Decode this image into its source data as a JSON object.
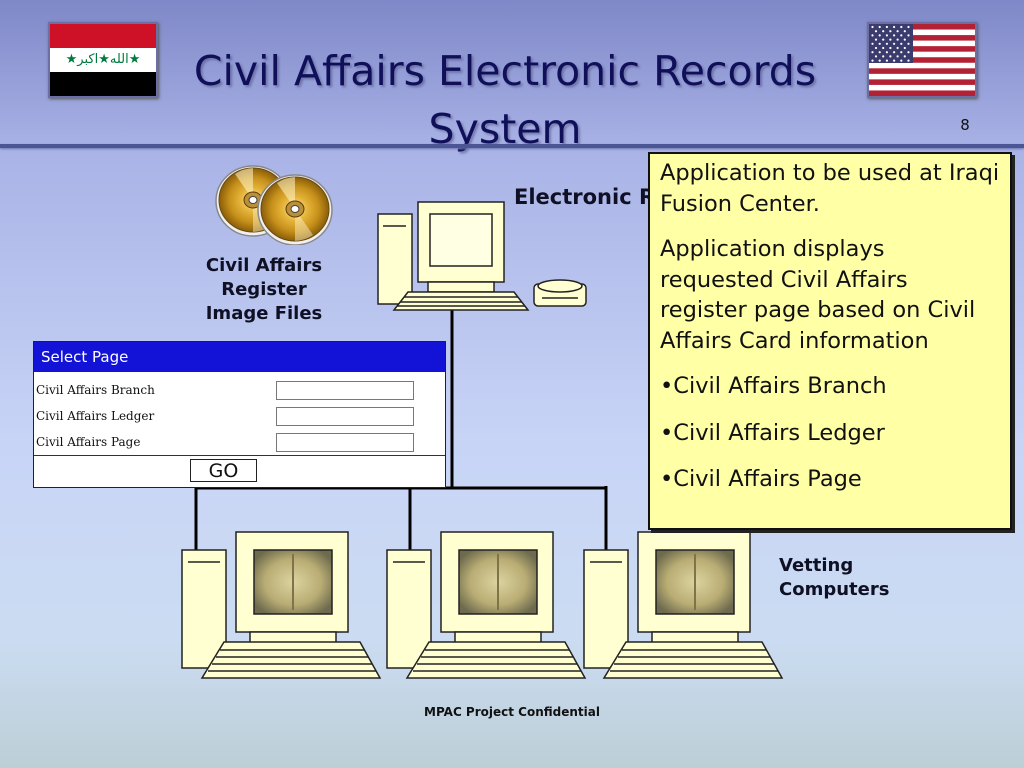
{
  "slide": {
    "title": "Civil Affairs Electronic Records System",
    "number": "8",
    "footer": "MPAC Project Confidential"
  },
  "flags": {
    "left": {
      "name": "iraq-flag",
      "colors": [
        "#ce1126",
        "#ffffff",
        "#000000"
      ],
      "text": "★الله★اكبر★"
    },
    "right": {
      "name": "us-flag",
      "colors": [
        "#b22234",
        "#ffffff",
        "#3c3b6e"
      ]
    }
  },
  "labels": {
    "disc_images": "Civil Affairs Register Image Files",
    "server": "Electronic Record System",
    "vetting": "Vetting Computers"
  },
  "info_box": {
    "paragraphs": [
      "Application to be used at Iraqi Fusion Center.",
      "Application displays requested Civil Affairs register page based on Civil Affairs Card information"
    ],
    "bullets": [
      "•Civil Affairs Branch",
      "•Civil Affairs Ledger",
      "•Civil Affairs Page"
    ],
    "background": "#ffffa6"
  },
  "form": {
    "header": "Select Page",
    "header_color": "#1313d8",
    "fields": [
      {
        "label": "Civil Affairs Branch",
        "value": ""
      },
      {
        "label": "Civil Affairs Ledger",
        "value": ""
      },
      {
        "label": "Civil Affairs Page",
        "value": ""
      }
    ],
    "button": "GO"
  }
}
